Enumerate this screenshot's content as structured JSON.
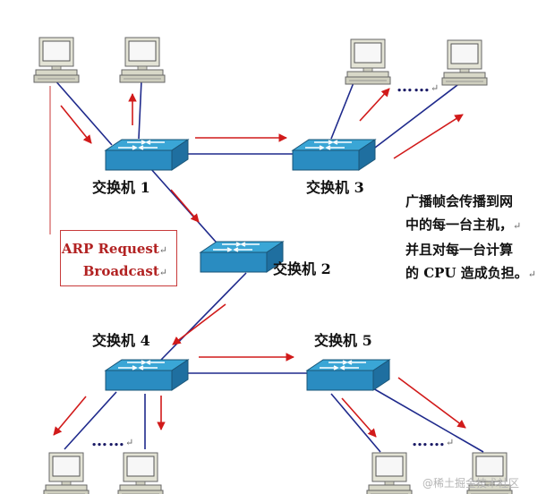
{
  "switches": {
    "s1": "交换机 1",
    "s2": "交换机 2",
    "s3": "交换机 3",
    "s4": "交换机 4",
    "s5": "交换机 5"
  },
  "arp_box": {
    "line1": "ARP Request",
    "line2": "Broadcast"
  },
  "note": {
    "line1": "广播帧会传播到网",
    "line2": "中的每一台主机，",
    "line3": "并且对每一台计算",
    "line4": "的 CPU 造成负担。"
  },
  "ellipsis": "……",
  "return_mark": "↵",
  "watermark": "@稀土掘金技术社区",
  "colors": {
    "link": "#1f2a8c",
    "arrow": "#d11a1a",
    "switch_top": "#3aa6d6",
    "switch_side": "#1f6fa0",
    "switch_front": "#2a8cc1"
  }
}
